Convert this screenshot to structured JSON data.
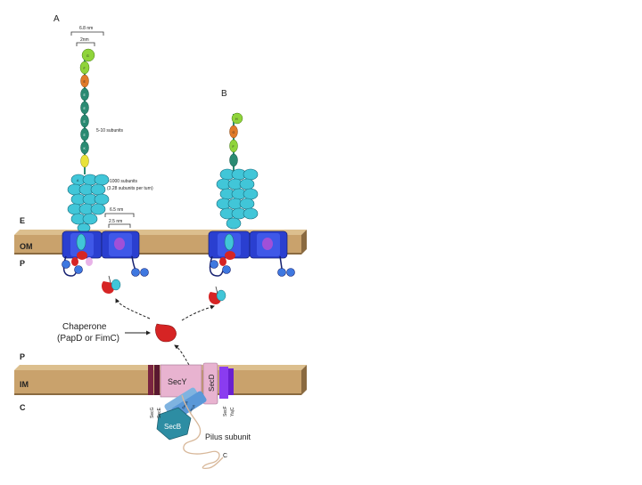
{
  "panel_labels": {
    "a": "A",
    "b": "B"
  },
  "dimensions": {
    "rod_outer": "6.8 nm",
    "rod_inner": "2nm",
    "usher_outer": "6.5 nm",
    "usher_inner": "2.5 nm"
  },
  "annotations": {
    "tip_subunits": "5-10 subunits",
    "rod_subunits_line1": ">1000 subunits",
    "rod_subunits_line2": "(3.28 subunits per turn)",
    "chaperone_line1": "Chaperone",
    "chaperone_line2": "(PapD or FimC)",
    "pilus_subunit": "Pilus subunit"
  },
  "compartments": {
    "e": "E",
    "om": "OM",
    "p_top": "P",
    "p_bottom": "P",
    "im": "IM",
    "c": "C"
  },
  "proteins": {
    "secy": "SecY",
    "secd": "SecD",
    "secb": "SecB",
    "secg": "SecG",
    "sece": "SecE",
    "secf": "SecF",
    "yajc": "YajC",
    "seca_1": "SecA",
    "seca_2": "SecA",
    "terminus": "C"
  },
  "subunit_letters": {
    "rod": "A",
    "tip_a": [
      "G",
      "F",
      "E",
      "E",
      "E",
      "E",
      "E",
      "K"
    ],
    "tip_b": [
      "H",
      "G",
      "F"
    ]
  },
  "colors": {
    "membrane": "#c9a26c",
    "membrane_top": "#dcbf8e",
    "membrane_dark": "#8a6a40",
    "rod": "#41c6d8",
    "usher": "#2a3fd0",
    "chaperone": "#d62424",
    "tip_green": "#8fd43a",
    "tip_orange": "#e07a2a",
    "tip_teal": "#2a8a72",
    "tip_yellow": "#e8e23a",
    "secy": "#e8b3d0",
    "secg": "#7a2440",
    "secb": "#2d8da3",
    "seca": "#7fb3e0",
    "secf": "#8a3cf0"
  }
}
